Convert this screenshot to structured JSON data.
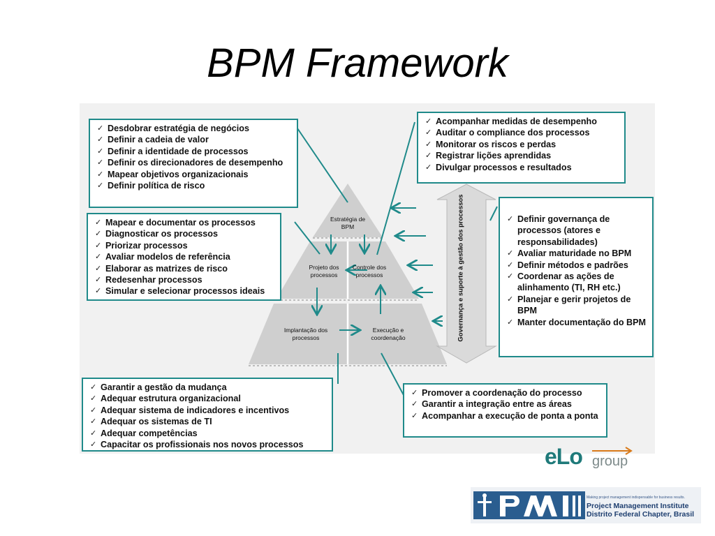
{
  "title": "BPM Framework",
  "colors": {
    "teal": "#1f8a8a",
    "pyramid": "#cfcfcf",
    "background": "#f1f1f1"
  },
  "boxes": {
    "strategy": [
      "Desdobrar estratégia de negócios",
      "Definir a cadeia de valor",
      "Definir a identidade de processos",
      "Definir os direcionadores de desempenho",
      "Mapear objetivos organizacionais",
      "Definir política de risco"
    ],
    "design": [
      "Mapear e documentar os processos",
      "Diagnosticar os processos",
      "Priorizar processos",
      "Avaliar modelos de referência",
      "Elaborar as matrizes de risco",
      "Redesenhar processos",
      "Simular e selecionar processos ideais"
    ],
    "control": [
      "Acompanhar medidas de desempenho",
      "Auditar o compliance dos processos",
      "Monitorar os riscos e perdas",
      "Registrar lições aprendidas",
      "Divulgar processos e resultados"
    ],
    "governance": [
      "Definir governança de processos (atores e responsabilidades)",
      "Avaliar maturidade no BPM",
      "Definir métodos e padrões",
      "Coordenar as ações de alinhamento (TI, RH etc.)",
      "Planejar e gerir projetos de BPM",
      "Manter documentação do BPM"
    ],
    "implementation": [
      "Garantir a gestão da mudança",
      "Adequar estrutura organizacional",
      "Adequar sistema de indicadores e incentivos",
      "Adequar os sistemas de TI",
      "Adequar competências",
      "Capacitar os profissionais nos novos processos"
    ],
    "execution": [
      "Promover a coordenação do processo",
      "Garantir a integração entre as áreas",
      "Acompanhar a execução de ponta a ponta"
    ]
  },
  "pyramid": {
    "strategy": "Estratégia de BPM",
    "design": "Projeto dos processos",
    "control": "Controle dos processos",
    "implementation": "Implantação dos processos",
    "execution": "Execução e coordenação"
  },
  "governance_label": "Governança e suporte à gestão dos processos",
  "logos": {
    "elo_main": "eLo",
    "elo_sub": "group",
    "pmi_tagline": "Making project management indispensable for business results.",
    "pmi_line1": "Project Management Institute",
    "pmi_line2": "Distrito Federal Chapter, Brasil"
  }
}
